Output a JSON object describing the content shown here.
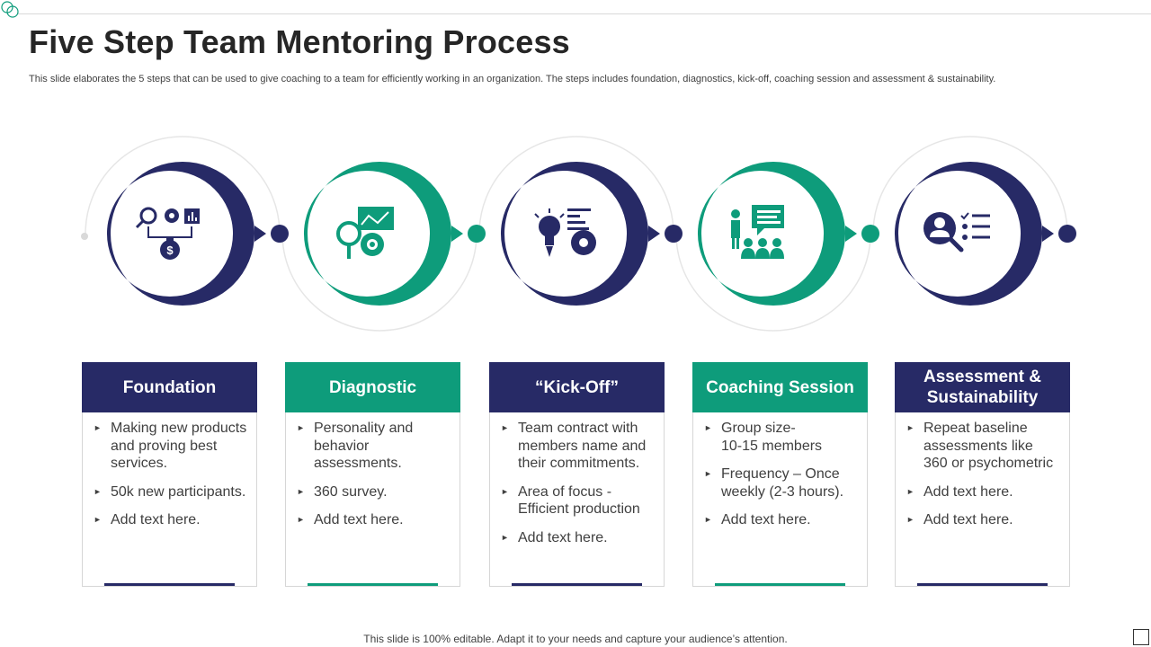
{
  "title": "Five Step Team Mentoring Process",
  "subtitle": "This slide elaborates the 5 steps that can be used to give coaching to a team for efficiently working in an organization. The steps includes foundation, diagnostics, kick-off, coaching session and assessment & sustainability.",
  "footer": "This slide is 100% editable. Adapt it to your needs and capture your audience’s attention.",
  "colors": {
    "navy": "#272A66",
    "green": "#0E9C7B",
    "ring": "#E6E6E6"
  },
  "steps": [
    {
      "title": "Foundation",
      "color": "#272A66",
      "icon": "money-analysis-icon",
      "bullets": [
        "Making new products and proving best services.",
        "50k new participants.",
        "Add text here."
      ]
    },
    {
      "title": "Diagnostic",
      "color": "#0E9C7B",
      "icon": "diagnostic-chart-gear-icon",
      "bullets": [
        "Personality and behavior assessments.",
        "360 survey.",
        "Add text here."
      ]
    },
    {
      "title": "“Kick-Off”",
      "color": "#272A66",
      "icon": "idea-bulb-gear-icon",
      "bullets": [
        "Team contract with members name and their commitments.",
        "Area of focus - Efficient production",
        "Add text here."
      ]
    },
    {
      "title": "Coaching Session",
      "color": "#0E9C7B",
      "icon": "presentation-audience-icon",
      "bullets": [
        "Group size-\n10-15 members",
        "Frequency – Once weekly (2-3 hours).",
        "Add text here."
      ]
    },
    {
      "title": "Assessment & Sustainability",
      "color": "#272A66",
      "icon": "user-search-checklist-icon",
      "bullets": [
        "Repeat baseline assessments like 360 or psychometric",
        "Add text here.",
        "Add text here."
      ]
    }
  ]
}
